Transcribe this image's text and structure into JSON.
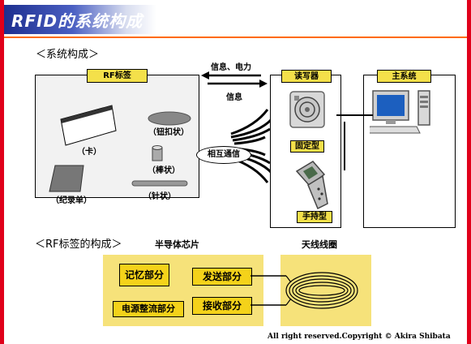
{
  "title": "RFID的系统构成",
  "section1": "＜系统构成＞",
  "section2": "＜RF标签的构成＞",
  "rf_tag": {
    "header": "RF标签",
    "items": {
      "card": "（卡）",
      "button": "（钮扣状）",
      "rod": "（棒状）",
      "record": "（纪录单）",
      "needle": "（针状）"
    }
  },
  "arrows": {
    "top": "信息、电力",
    "bottom": "信息"
  },
  "reader": {
    "header": "读写器",
    "fixed": "固定型",
    "handheld": "手持型"
  },
  "host": {
    "header": "主系统"
  },
  "mutual": "相互通信",
  "chip": {
    "label": "半导体芯片",
    "memory": "记忆部分",
    "power": "电源整流部分",
    "send": "发送部分",
    "receive": "接收部分"
  },
  "antenna": {
    "label": "天线线圈"
  },
  "copyright": "All right reserved.Copyright © Akira Shibata"
}
